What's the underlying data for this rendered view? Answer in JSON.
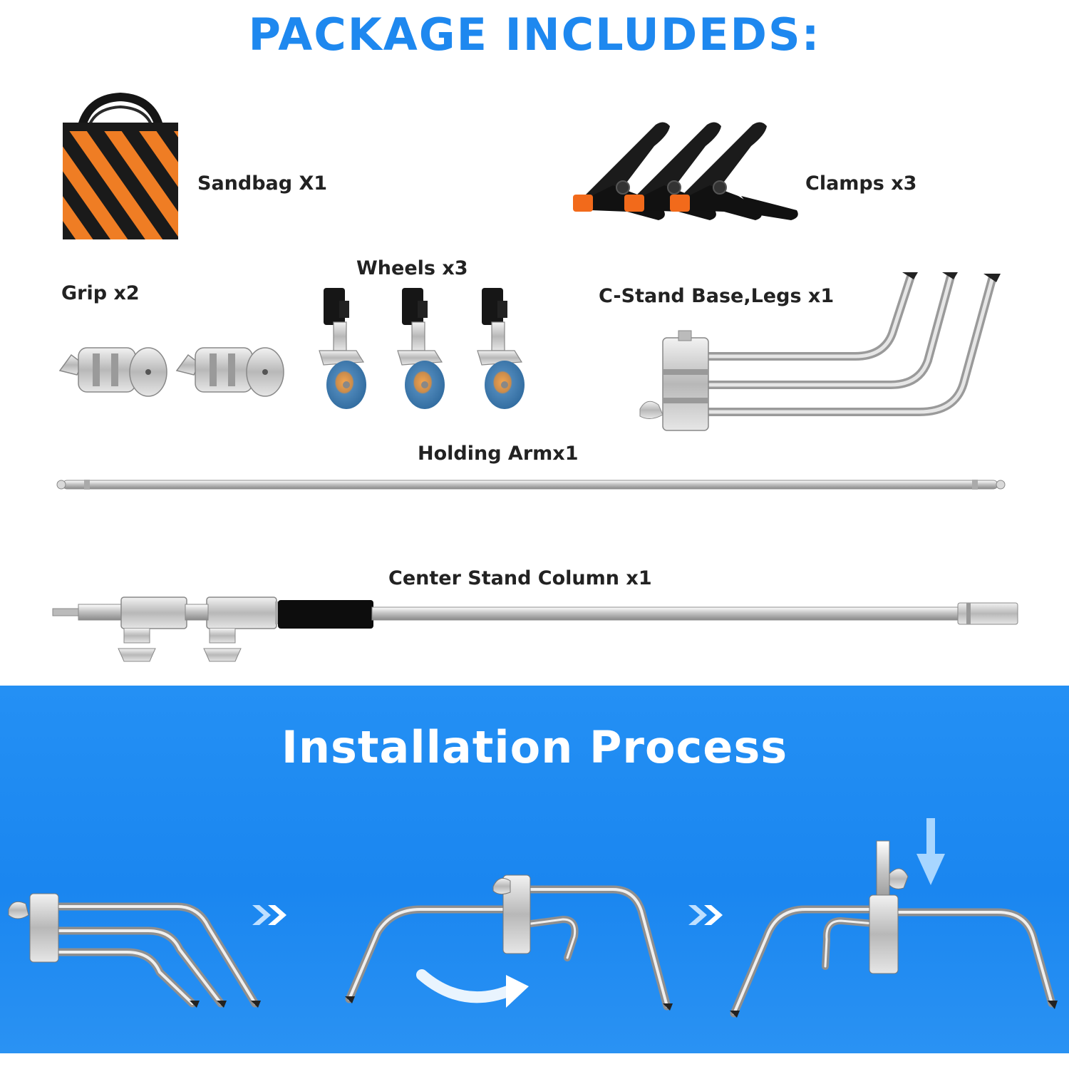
{
  "package": {
    "title": "PACKAGE INCLUDEDS:",
    "items": {
      "sandbag": "Sandbag X1",
      "clamps": "Clamps x3",
      "wheels": "Wheels x3",
      "grip": "Grip x2",
      "base": "C-Stand Base,Legs x1",
      "arm": "Holding Armx1",
      "column": "Center Stand Column x1"
    }
  },
  "installation": {
    "title": "Installation Process"
  },
  "colors": {
    "title_blue": "#1e88ef",
    "panel_blue": "#1a86f0",
    "sandbag_orange": "#ef7d24",
    "clamp_tip_orange": "#f26a1b"
  }
}
